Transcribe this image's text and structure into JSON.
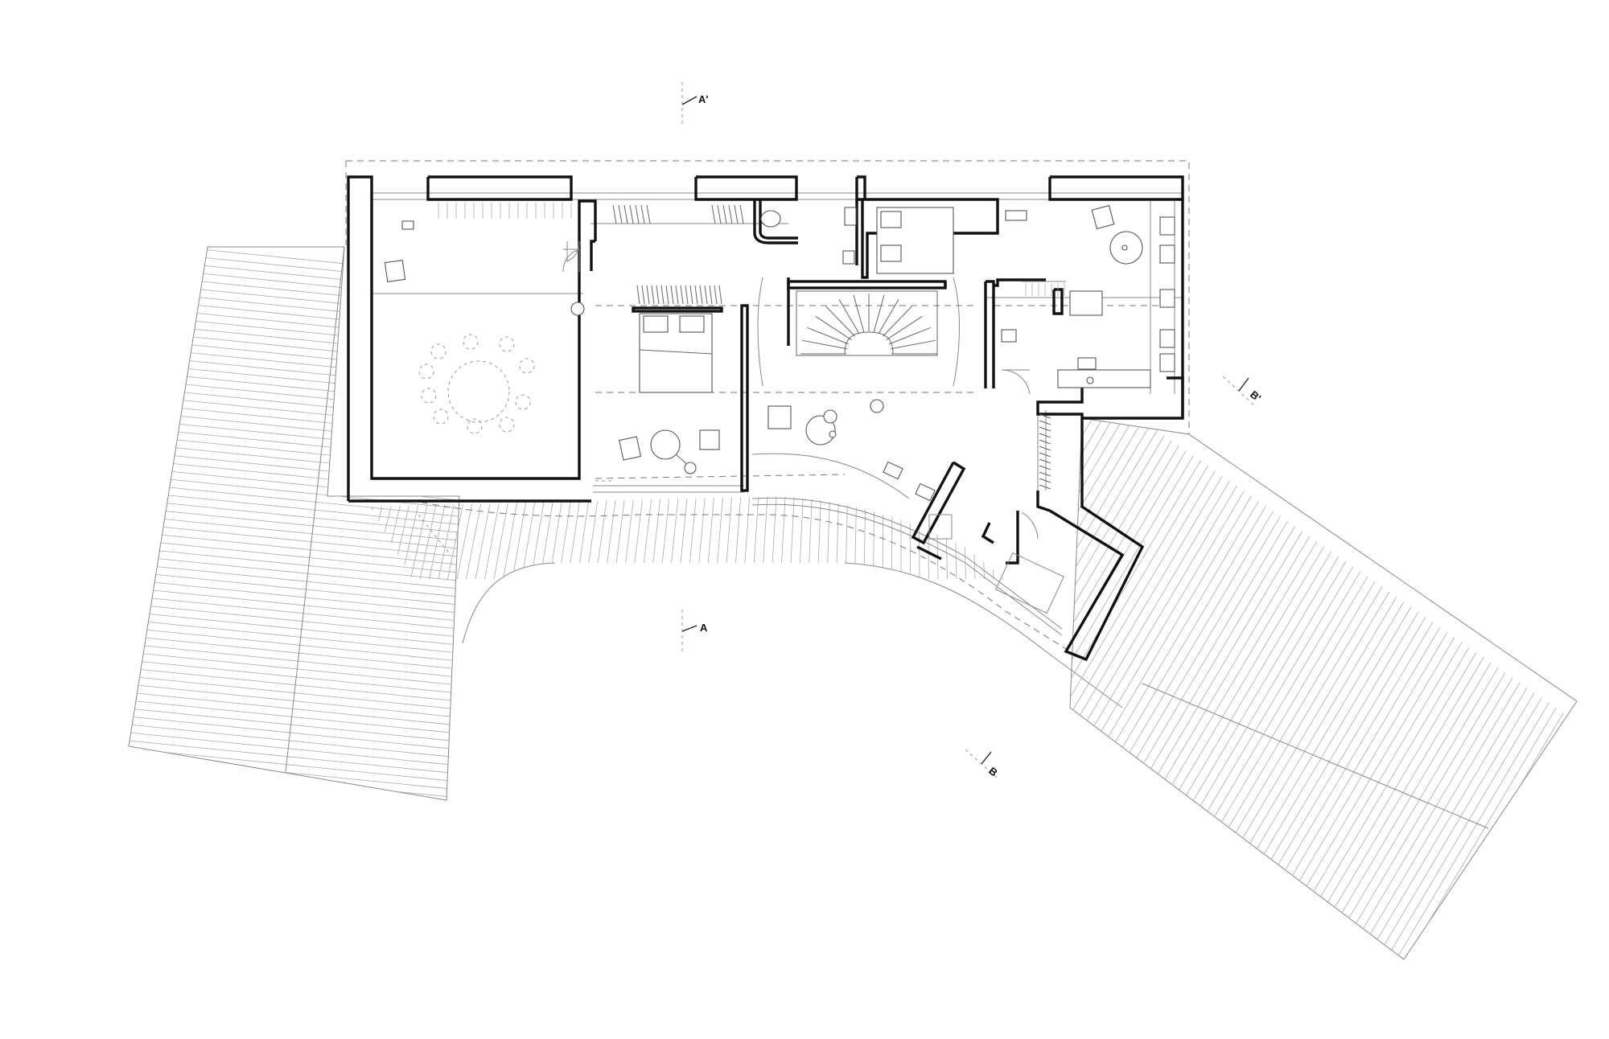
{
  "section_markers": [
    {
      "id": "a-prime",
      "label": "A'"
    },
    {
      "id": "a",
      "label": "A"
    },
    {
      "id": "b-prime",
      "label": "B'"
    },
    {
      "id": "b",
      "label": "B"
    }
  ],
  "colors": {
    "wall": "#111111",
    "linework": "#888888",
    "background": "#ffffff"
  }
}
